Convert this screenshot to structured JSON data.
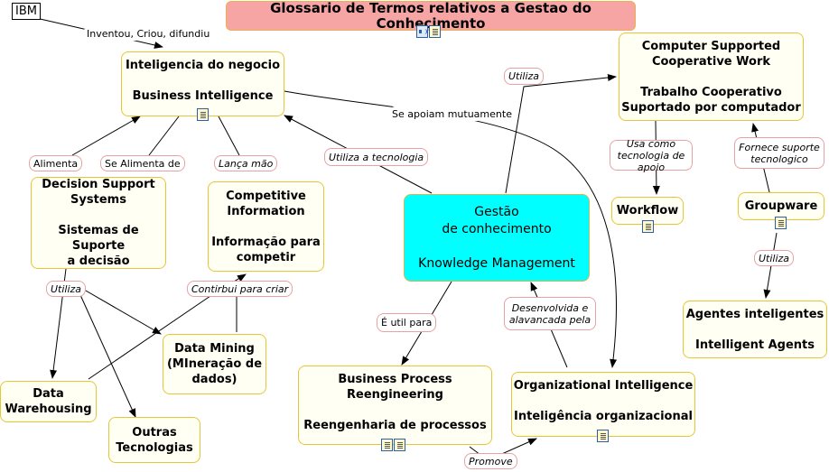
{
  "title": "Glossario de Termos relativos a Gestao do Conhecimento",
  "root": "IBM",
  "nodes": {
    "bi": "Inteligencia do negocio\n\nBusiness Intelligence",
    "cscw": "Computer Supported\nCooperative Work\n\nTrabalho Cooperativo\nSuportado por computador",
    "dss": "Decision Support\nSystems\n\nSistemas de Suporte\na decisão",
    "ci": "Competitive\nInformation\n\nInformação para\ncompetir",
    "km": "Gestão\nde conhecimento\n\nKnowledge Management",
    "workflow": "Workflow",
    "groupware": "Groupware",
    "agents": "Agentes inteligentes\n\nIntelligent Agents",
    "dm": "Data Mining\n(MIneração de\ndados)",
    "dw": "Data\nWarehousing",
    "ot": "Outras\nTecnologias",
    "bpr": "Business Process\nReengineering\n\nReengenharia de processos",
    "oi": "Organizational Intelligence\n\nInteligência organizacional"
  },
  "links": {
    "ibm": "Inventou, Criou, difundiu",
    "alimenta": "Alimenta",
    "se_alimenta": "Se Alimenta de",
    "lanca": "Lança mão",
    "utiliza_tec": "Utiliza a tecnologia",
    "se_apoiam": "Se apoiam mutuamente",
    "utiliza_cscw": "Utiliza",
    "usa_como": "Usa como\ntecnologia de apoio",
    "fornece": "Fornece suporte\ntecnologico",
    "utiliza_gw": "Utiliza",
    "utiliza_dss": "Utiliza",
    "contribui": "Contirbui para criar",
    "util_para": "É util para",
    "desenvolvida": "Desenvolvida e\nalavancada pela",
    "promove": "Promove"
  },
  "colors": {
    "title_bg": "#f7a4a4",
    "node_bg": "#fffff4",
    "node_border": "#e6c637",
    "km_bg": "#00ffff",
    "label_border": "#e7a2a2"
  },
  "icons": [
    "sound-icon",
    "note-icon"
  ]
}
